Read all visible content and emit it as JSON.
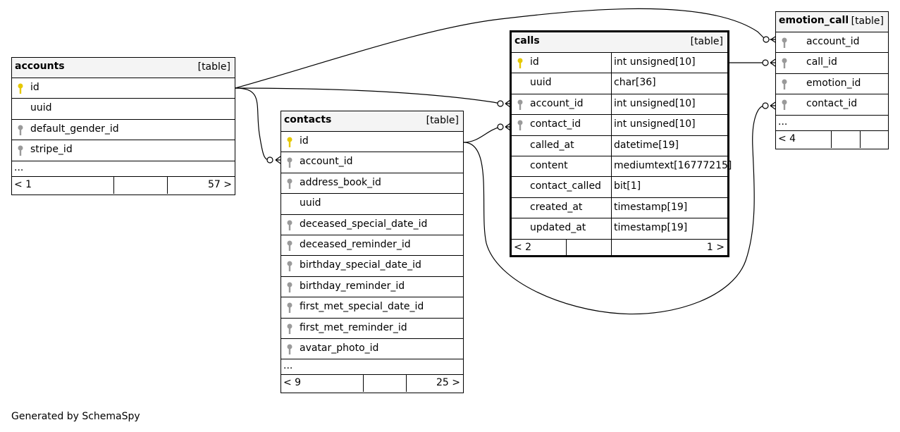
{
  "footer": "Generated by SchemaSpy",
  "tables": {
    "accounts": {
      "name": "accounts",
      "kind": "[table]",
      "columns": [
        {
          "name": "id",
          "key": "primary"
        },
        {
          "name": "uuid",
          "key": "none"
        },
        {
          "name": "default_gender_id",
          "key": "foreign"
        },
        {
          "name": "stripe_id",
          "key": "foreign"
        }
      ],
      "more": "...",
      "parents": "< 1",
      "children": "57 >"
    },
    "contacts": {
      "name": "contacts",
      "kind": "[table]",
      "columns": [
        {
          "name": "id",
          "key": "primary"
        },
        {
          "name": "account_id",
          "key": "foreign"
        },
        {
          "name": "address_book_id",
          "key": "foreign"
        },
        {
          "name": "uuid",
          "key": "none"
        },
        {
          "name": "deceased_special_date_id",
          "key": "foreign"
        },
        {
          "name": "deceased_reminder_id",
          "key": "foreign"
        },
        {
          "name": "birthday_special_date_id",
          "key": "foreign"
        },
        {
          "name": "birthday_reminder_id",
          "key": "foreign"
        },
        {
          "name": "first_met_special_date_id",
          "key": "foreign"
        },
        {
          "name": "first_met_reminder_id",
          "key": "foreign"
        },
        {
          "name": "avatar_photo_id",
          "key": "foreign"
        }
      ],
      "more": "...",
      "parents": "< 9",
      "children": "25 >"
    },
    "calls": {
      "name": "calls",
      "kind": "[table]",
      "columns": [
        {
          "name": "id",
          "type": "int unsigned[10]",
          "key": "primary"
        },
        {
          "name": "uuid",
          "type": "char[36]",
          "key": "none"
        },
        {
          "name": "account_id",
          "type": "int unsigned[10]",
          "key": "foreign"
        },
        {
          "name": "contact_id",
          "type": "int unsigned[10]",
          "key": "foreign"
        },
        {
          "name": "called_at",
          "type": "datetime[19]",
          "key": "none"
        },
        {
          "name": "content",
          "type": "mediumtext[16777215]",
          "key": "none"
        },
        {
          "name": "contact_called",
          "type": "bit[1]",
          "key": "none"
        },
        {
          "name": "created_at",
          "type": "timestamp[19]",
          "key": "none"
        },
        {
          "name": "updated_at",
          "type": "timestamp[19]",
          "key": "none"
        }
      ],
      "parents": "< 2",
      "children": "1 >"
    },
    "emotion_call": {
      "name": "emotion_call",
      "kind": "[table]",
      "columns": [
        {
          "name": "account_id",
          "key": "foreign"
        },
        {
          "name": "call_id",
          "key": "foreign"
        },
        {
          "name": "emotion_id",
          "key": "foreign"
        },
        {
          "name": "contact_id",
          "key": "foreign"
        }
      ],
      "more": "...",
      "parents": "< 4",
      "children": ""
    }
  },
  "colors": {
    "primary_key": "#e6c800",
    "foreign_key": "#9a9a9a",
    "header_bg": "#f4f4f4",
    "line": "#000000"
  }
}
